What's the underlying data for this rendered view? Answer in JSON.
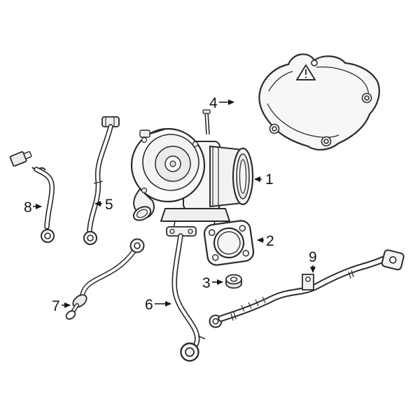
{
  "figure": {
    "background_color": "#ffffff",
    "line_color": "#2b2b2b"
  },
  "callouts": [
    {
      "label": "1",
      "part": "turbocharger"
    },
    {
      "label": "2",
      "part": "turbocharger-gasket"
    },
    {
      "label": "3",
      "part": "mounting-nut"
    },
    {
      "label": "4",
      "part": "heat-shield"
    },
    {
      "label": "5",
      "part": "coolant-tube"
    },
    {
      "label": "6",
      "part": "oil-drain-tube"
    },
    {
      "label": "7",
      "part": "oil-return-tube"
    },
    {
      "label": "8",
      "part": "oil-feed-tube-with-sensor"
    },
    {
      "label": "9",
      "part": "coolant-hose"
    }
  ]
}
